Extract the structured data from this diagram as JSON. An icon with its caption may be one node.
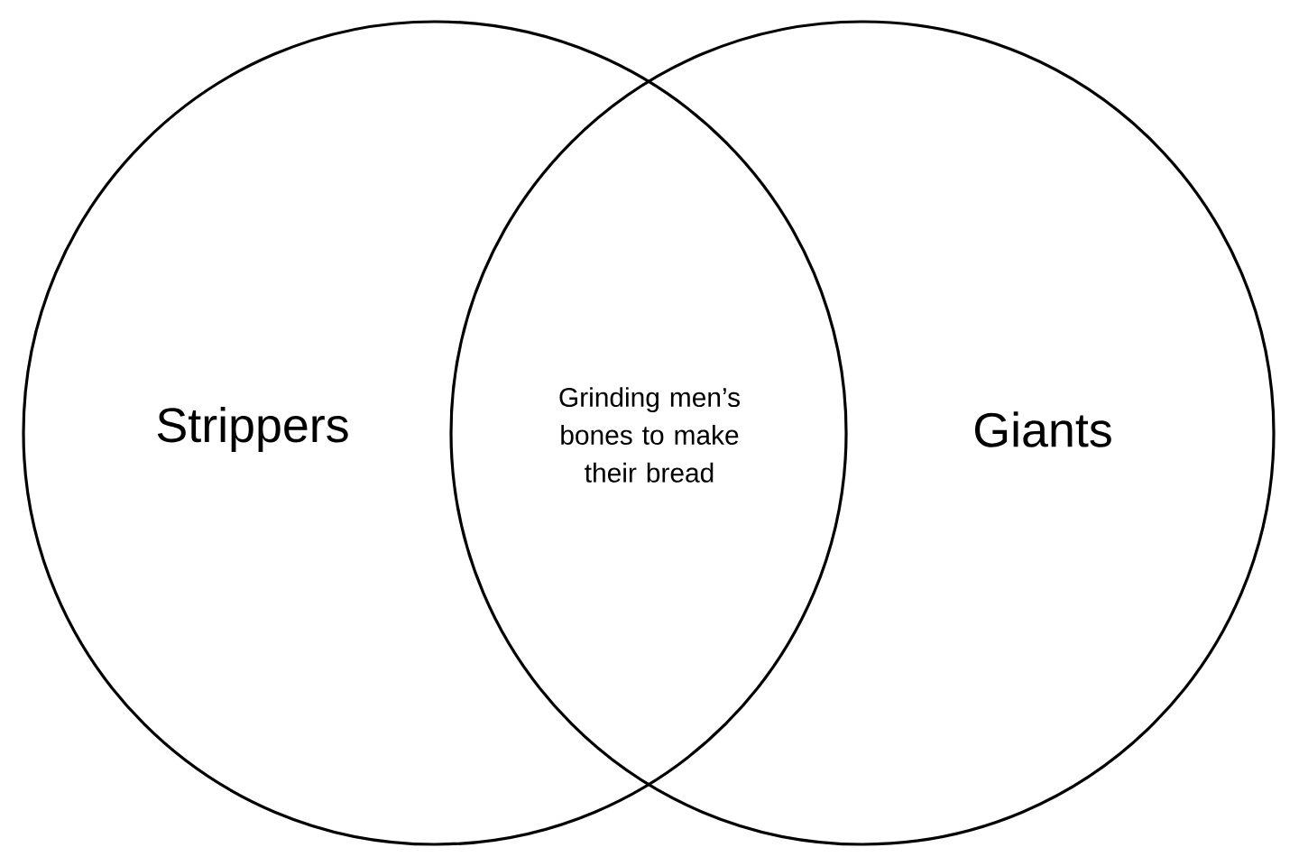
{
  "diagram": {
    "nodes": [
      {
        "text": [
          "Strippers"
        ]
      },
      {
        "text": [
          "Giants"
        ]
      }
    ],
    "labels": [
      "Grinding men’s bones to make their bread"
    ]
  }
}
